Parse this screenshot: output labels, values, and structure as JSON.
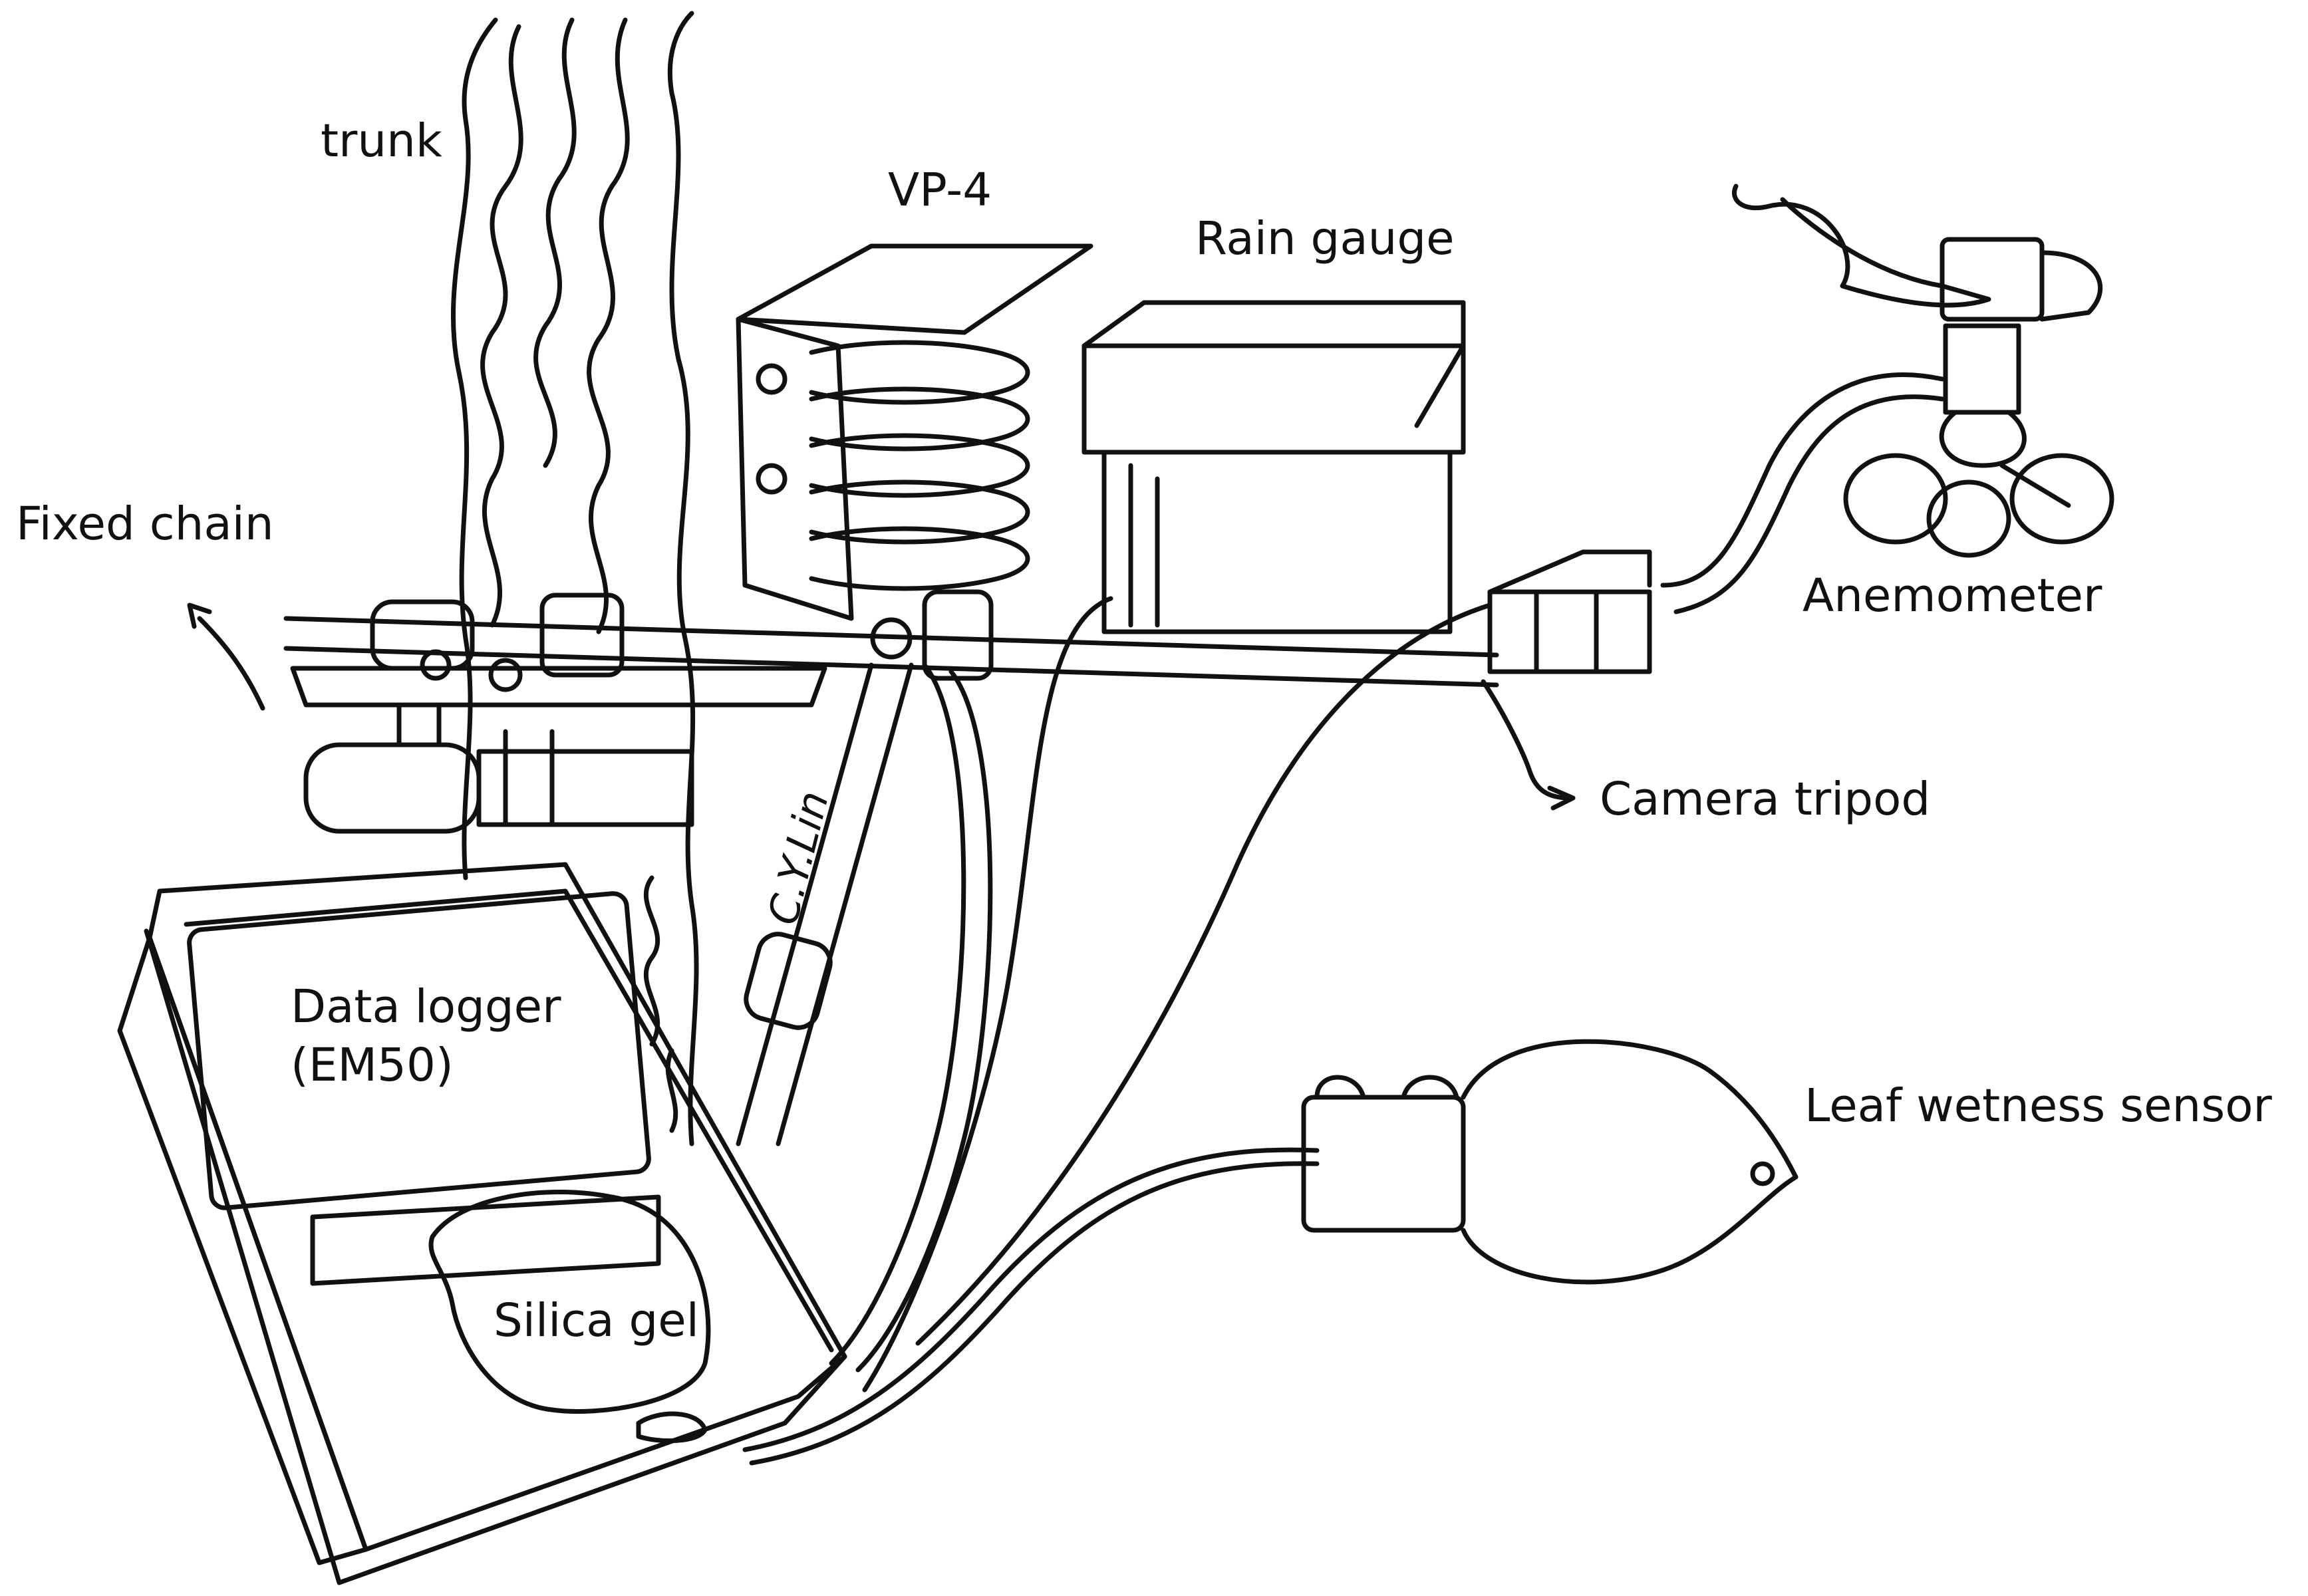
{
  "labels": {
    "trunk": "trunk",
    "vp4": "VP-4",
    "rain_gauge": "Rain gauge",
    "fixed_chain": "Fixed chain",
    "anemometer": "Anemometer",
    "camera_tripod": "Camera tripod",
    "data_logger_line1": "Data logger",
    "data_logger_line2": "(EM50)",
    "leaf_wetness_sensor": "Leaf wetness sensor",
    "silica_gel": "Silica gel"
  },
  "signature": "C.Y.Lin",
  "colors": {
    "ink": "#111111",
    "paper": "#ffffff"
  }
}
